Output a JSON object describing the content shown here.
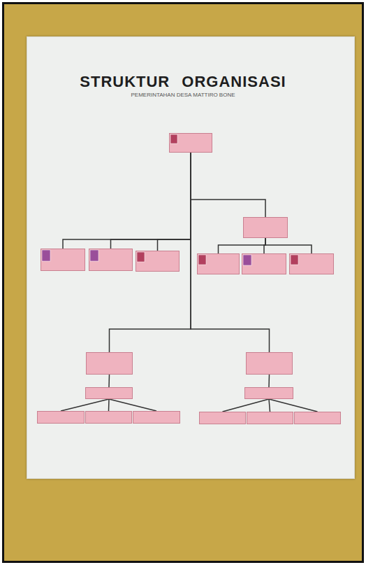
{
  "diagram": {
    "title": "STRUKTUR  ORGANISASI",
    "nodes": [
      {
        "text": []
      },
      {
        "text": []
      },
      {
        "text": []
      },
      {
        "text": []
      },
      {
        "text": []
      },
      {
        "text": []
      },
      {
        "text": []
      },
      {
        "text": []
      },
      {
        "text": []
      },
      {
        "text": []
      },
      {
        "text": []
      },
      {
        "text": []
      },
      {
        "text": []
      },
      {
        "text": []
      },
      {
        "text": []
      },
      {
        "text": []
      },
      {
        "text": []
      },
      {
        "text": []
      }
    ],
    "edges": [
      {
        "from": 0,
        "to": 1,
        "arrow": "none"
      },
      {
        "from": 0,
        "to": 2,
        "arrow": "none"
      },
      {
        "from": 0,
        "to": 3,
        "arrow": "none"
      },
      {
        "from": 0,
        "to": 4,
        "arrow": "none"
      },
      {
        "from": 1,
        "to": 5,
        "arrow": "none"
      },
      {
        "from": 1,
        "to": 6,
        "arrow": "none"
      },
      {
        "from": 1,
        "to": 7,
        "arrow": "none"
      },
      {
        "from": 0,
        "to": 8,
        "arrow": "none"
      },
      {
        "from": 0,
        "to": 13,
        "arrow": "none"
      },
      {
        "from": 8,
        "to": 9,
        "arrow": "none"
      },
      {
        "from": 9,
        "to": 10,
        "arrow": "none"
      },
      {
        "from": 9,
        "to": 11,
        "arrow": "none"
      },
      {
        "from": 9,
        "to": 12,
        "arrow": "none"
      },
      {
        "from": 13,
        "to": 14,
        "arrow": "none"
      },
      {
        "from": 14,
        "to": 15,
        "arrow": "none"
      },
      {
        "from": 14,
        "to": 16,
        "arrow": "none"
      },
      {
        "from": 14,
        "to": 17,
        "arrow": "none"
      }
    ],
    "labels": [
      "PEMERINTAHAN DESA MATTIRO BONE"
    ]
  }
}
